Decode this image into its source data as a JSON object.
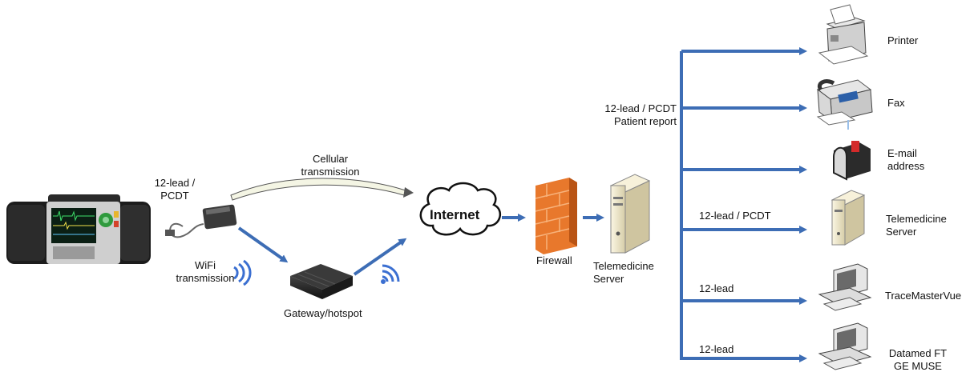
{
  "labels": {
    "lead_pcdt_left_line1": "12-lead /",
    "lead_pcdt_left_line2": "PCDT",
    "wifi_line1": "WiFi",
    "wifi_line2": "transmission",
    "cellular_line1": "Cellular",
    "cellular_line2": "transmission",
    "internet": "Internet",
    "gateway": "Gateway/hotspot",
    "firewall": "Firewall",
    "server_line1": "Telemedicine",
    "server_line2": "Server",
    "report_line1": "12-lead / PCDT",
    "report_line2": "Patient report",
    "branch_pcdt": "12-lead / PCDT",
    "branch_lead1": "12-lead",
    "branch_lead2": "12-lead"
  },
  "destinations": {
    "printer": "Printer",
    "fax": "Fax",
    "email_line1": "E-mail",
    "email_line2": "address",
    "tele_line1": "Telemedicine",
    "tele_line2": "Server",
    "tracemaster": "TraceMasterVue",
    "datamed_line1": "Datamed FT",
    "datamed_line2": "GE MUSE"
  },
  "colors": {
    "arrow": "#3d6db5",
    "wifi": "#3b6fd1",
    "firewall": "#e8782c",
    "server_body": "#efe7c9"
  }
}
